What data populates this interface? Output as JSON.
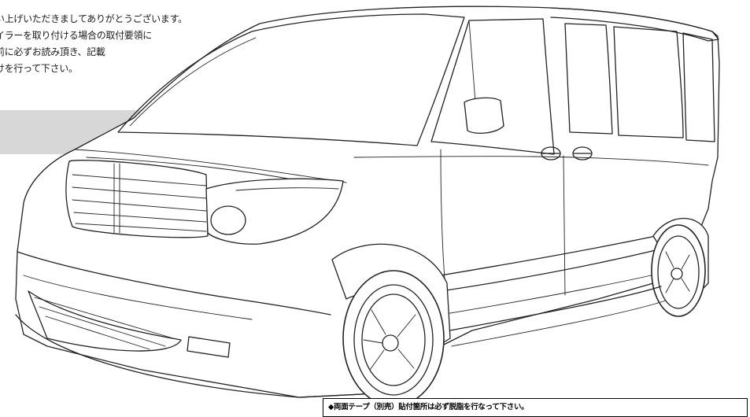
{
  "intro": {
    "lines": [
      "い上げいただきましてありがとうございます。",
      "イラーを取り付ける場合の取付要領に",
      "前に必ずお読み頂き、記載",
      "けを行って下さい。"
    ]
  },
  "notice": {
    "text": "◆両面テープ（別売）貼付箇所は必ず脱脂を行なって下さい。"
  },
  "illustration": {
    "icon": "minivan-line-drawing-icon"
  },
  "colors": {
    "box_gray": "#d7d7d7",
    "line": "#222222"
  }
}
